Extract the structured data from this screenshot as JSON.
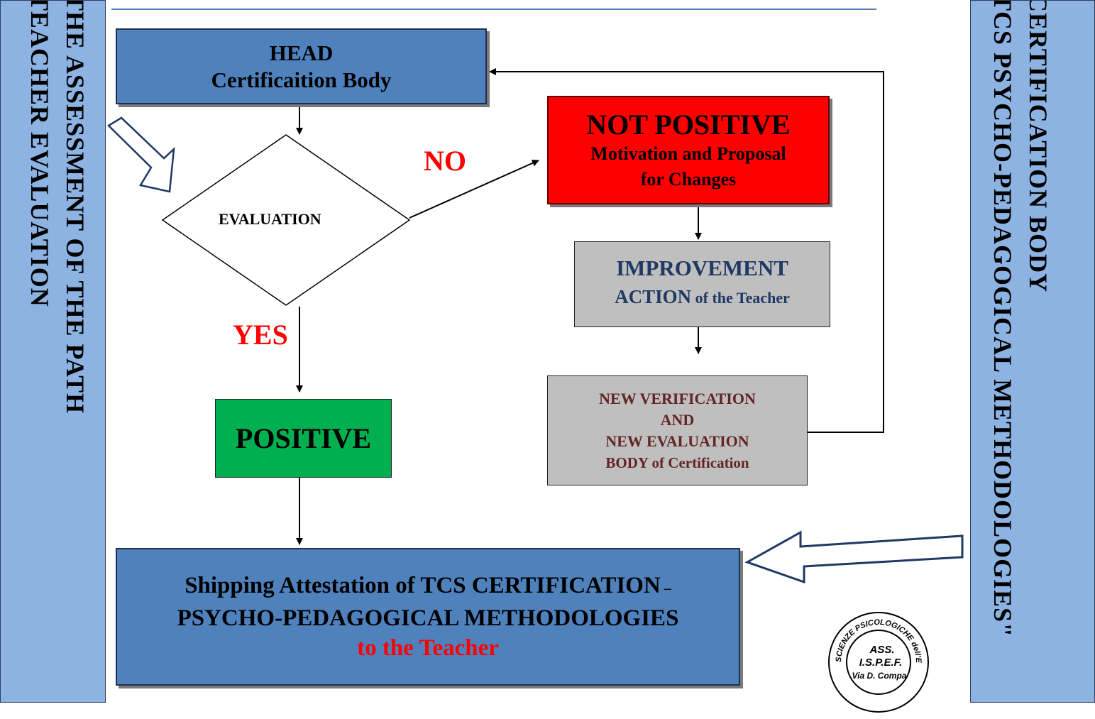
{
  "left_panel": {
    "line1": "THE ASSESSMENT OF THE PATH",
    "line2": "TEACHER EVALUATION"
  },
  "right_panel": {
    "line1": "CERTIFICATION BODY",
    "line2": "TCS PSYCHO-PEDAGOGICAL METHODOLOGIES\""
  },
  "head_box": {
    "line1": "HEAD",
    "line2": "Certificaition Body"
  },
  "decision": {
    "label": "EVALUATION",
    "no_label": "NO",
    "yes_label": "YES"
  },
  "not_positive_box": {
    "title": "NOT POSITIVE",
    "line1": "Motivation and Proposal",
    "line2": "for Changes"
  },
  "improvement_box": {
    "line1": "IMPROVEMENT",
    "line2_big": "ACTION",
    "line2_small": " of the Teacher"
  },
  "new_verification_box": {
    "line1": "NEW VERIFICATION",
    "line2": "AND",
    "line3": "NEW EVALUATION",
    "line4": "BODY of Certification"
  },
  "positive_box": {
    "label": "POSITIVE"
  },
  "shipping_box": {
    "line1": "Shipping Attestation of TCS CERTIFICATION",
    "dash": " –",
    "line2": "PSYCHO-PEDAGOGICAL METHODOLOGIES",
    "line3": "to the Teacher"
  },
  "stamp": {
    "ring_text": "SCIENZE PSICOLOGICHE dell'EDUCAZIONE",
    "center1": "ASS.",
    "center2": "I.S.P.E.F.",
    "center3": "Via D. Compa"
  },
  "colors": {
    "side_panel": "#8db3e2",
    "head_blue": "#4f81bd",
    "not_positive_red": "#ff0000",
    "positive_green": "#00b050",
    "gray_box": "#bfbfbf",
    "yes_no_red": "#ff0000"
  }
}
